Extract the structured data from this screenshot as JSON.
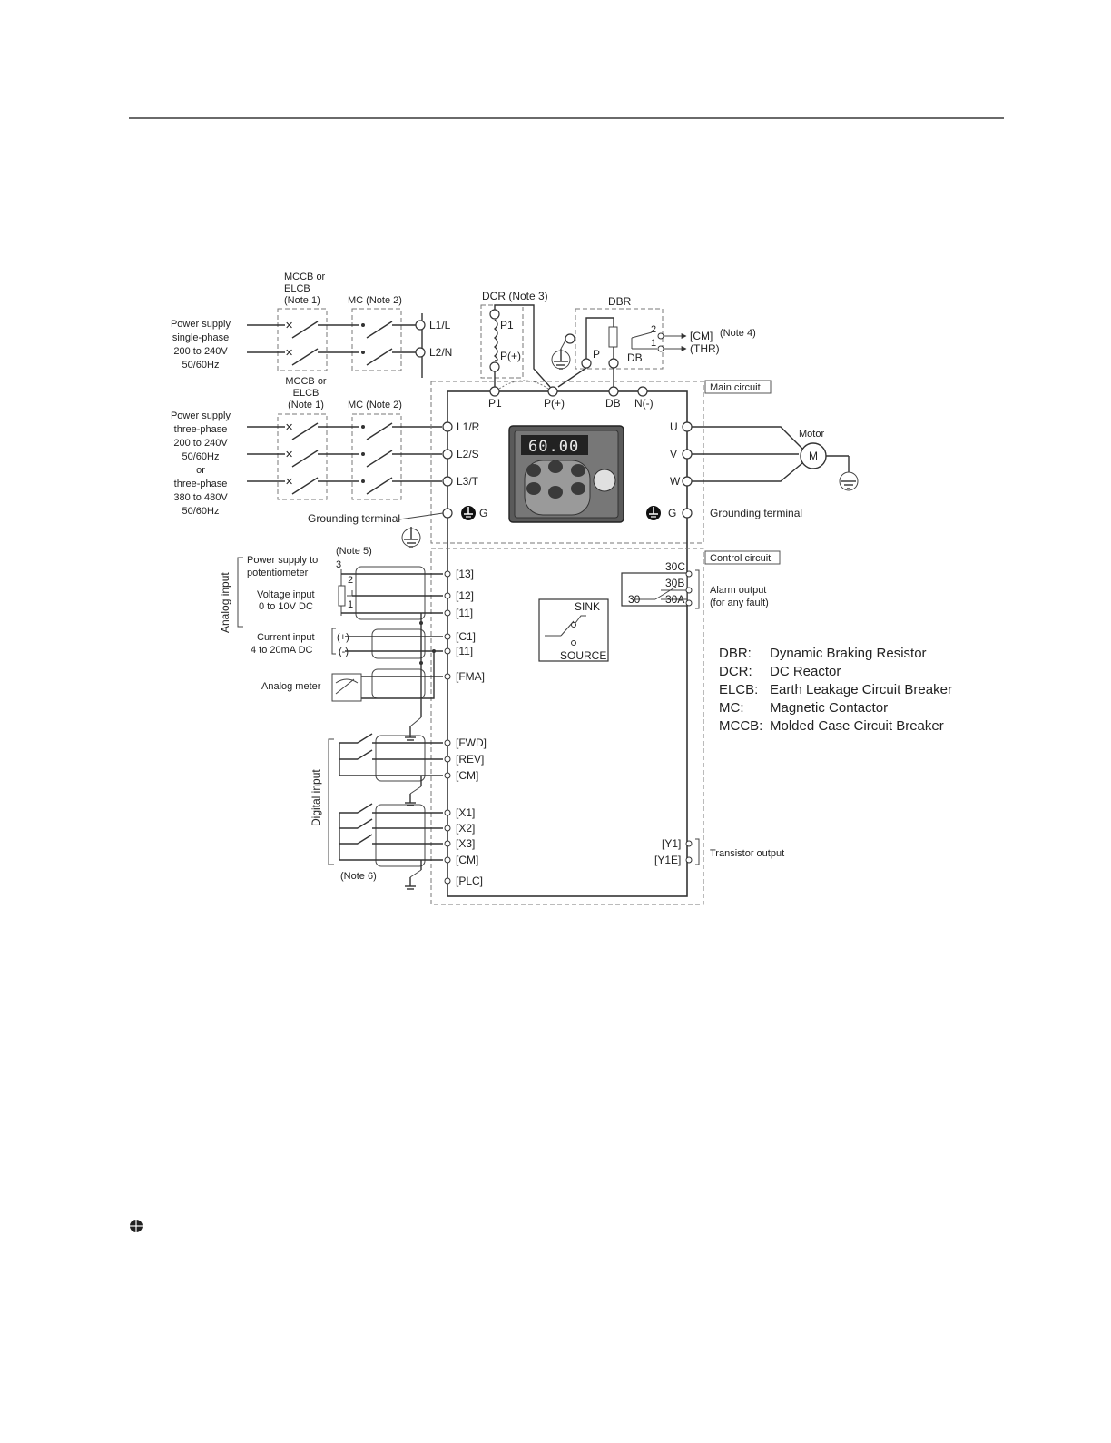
{
  "supply": {
    "single": [
      "Power supply",
      "single-phase",
      "200 to 240V",
      "50/60Hz"
    ],
    "three": [
      "Power supply",
      "three-phase",
      "200 to 240V",
      "50/60Hz",
      "or",
      "three-phase",
      "380 to 480V",
      "50/60Hz"
    ]
  },
  "breaker": {
    "mccb_top": [
      "MCCB or",
      "ELCB",
      "(Note 1)"
    ],
    "mc_top": "MC (Note 2)",
    "mccb_mid": [
      "MCCB or",
      "ELCB",
      "(Note 1)"
    ],
    "mc_mid": "MC (Note 2)"
  },
  "dcr": {
    "title": "DCR (Note 3)",
    "p1": "P1",
    "pplus": "P(+)"
  },
  "dbr": {
    "title": "DBR",
    "p": "P",
    "db": "DB",
    "n2": "2",
    "n1": "1",
    "cm": "[CM]",
    "thr": "(THR)",
    "note4": "(Note 4)"
  },
  "main": {
    "box_label": "Main circuit",
    "top_terms": [
      "P1",
      "P(+)",
      "DB",
      "N(-)"
    ],
    "in_terms": [
      "L1/L",
      "L2/N"
    ],
    "in3_terms": [
      "L1/R",
      "L2/S",
      "L3/T"
    ],
    "out_terms": [
      "U",
      "V",
      "W"
    ],
    "g_left": "G",
    "g_right": "G",
    "gnd_left": "Grounding terminal",
    "gnd_right": "Grounding terminal",
    "motor_label": "Motor",
    "motor_letter": "M"
  },
  "keypad": {
    "display": "60.00"
  },
  "control": {
    "box_label": "Control circuit",
    "analog_side": "Analog input",
    "digital_side": "Digital input",
    "note5": "(Note 5)",
    "note6": "(Note 6)",
    "pot_label": [
      "Power supply to",
      "potentiometer"
    ],
    "pot_pins": [
      "3",
      "2",
      "1"
    ],
    "volt_label": [
      "Voltage input",
      "0 to 10V DC"
    ],
    "cur_label": [
      "Current input",
      "4 to 20mA DC"
    ],
    "cur_plus": "(+)",
    "cur_minus": "(-)",
    "meter_label": "Analog meter",
    "analog_terms": [
      "[13]",
      "[12]",
      "[11]",
      "[C1]",
      "[11]",
      "[FMA]"
    ],
    "digital_terms": [
      "[FWD]",
      "[REV]",
      "[CM]",
      "[X1]",
      "[X2]",
      "[X3]",
      "[CM]",
      "[PLC]"
    ],
    "sink": "SINK",
    "source": "SOURCE",
    "relay_terms": [
      "30C",
      "30B",
      "30A"
    ],
    "relay_num": "30",
    "alarm": [
      "Alarm output",
      "(for any fault)"
    ],
    "tr_terms": [
      "[Y1]",
      "[Y1E]"
    ],
    "tr_label": "Transistor output"
  },
  "legend": [
    {
      "abbr": "DBR:",
      "text": "Dynamic Braking Resistor"
    },
    {
      "abbr": "DCR:",
      "text": "DC Reactor"
    },
    {
      "abbr": "ELCB:",
      "text": "Earth Leakage Circuit Breaker"
    },
    {
      "abbr": "MC:",
      "text": "Magnetic Contactor"
    },
    {
      "abbr": "MCCB:",
      "text": "Molded Case Circuit Breaker"
    }
  ]
}
